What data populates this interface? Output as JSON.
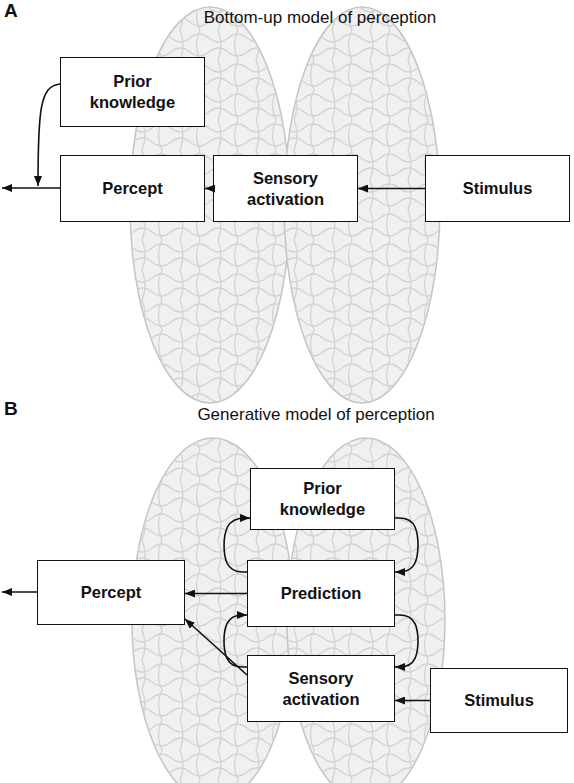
{
  "diagram": {
    "nodes": [
      {
        "text": [
          "Prior knowledge"
        ]
      },
      {
        "text": [
          "Percept"
        ]
      },
      {
        "text": [
          "Sensory activation"
        ]
      },
      {
        "text": [
          "Stimulus"
        ]
      },
      {
        "text": [
          "Prior knowledge"
        ]
      },
      {
        "text": [
          "Percept"
        ]
      },
      {
        "text": [
          "Prediction"
        ]
      },
      {
        "text": [
          "Sensory activation"
        ]
      },
      {
        "text": [
          "Stimulus"
        ]
      }
    ],
    "edges": [
      {
        "from": 3,
        "to": 2,
        "arrow": "to"
      },
      {
        "from": 2,
        "to": 1,
        "arrow": "to"
      },
      {
        "from": 8,
        "to": 7,
        "arrow": "to"
      },
      {
        "from": 7,
        "to": 5,
        "arrow": "to"
      },
      {
        "from": 6,
        "to": 5,
        "arrow": "to"
      },
      {
        "from": 6,
        "to": 4,
        "arrow": "to"
      },
      {
        "from": 4,
        "to": 6,
        "arrow": "to"
      },
      {
        "from": 7,
        "to": 6,
        "arrow": "to"
      },
      {
        "from": 6,
        "to": 7,
        "arrow": "to"
      }
    ],
    "labels": [
      "A",
      "Bottom-up model of perception",
      "B",
      "Generative model of perception"
    ]
  }
}
